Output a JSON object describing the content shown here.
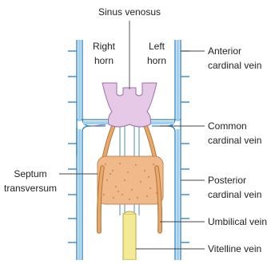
{
  "labels": {
    "sinus_venosus": "Sinus venosus",
    "right_horn_1": "Right",
    "right_horn_2": "horn",
    "left_horn_1": "Left",
    "left_horn_2": "horn",
    "anterior_1": "Anterior",
    "anterior_2": "cardinal vein",
    "common_1": "Common",
    "common_2": "cardinal vein",
    "posterior_1": "Posterior",
    "posterior_2": "cardinal vein",
    "septum_1": "Septum",
    "septum_2": "transversum",
    "umbilical": "Umbilical vein",
    "vitelline": "Vitelline vein"
  },
  "colors": {
    "cardinal_vein": "#6fb6e6",
    "cardinal_vein_edge": "#2d7fbf",
    "sinus_venosus": "#e6c9e6",
    "sinus_edge": "#9b6fa8",
    "umbilical_vein": "#e8a96a",
    "vitelline_vein": "#f3ea95",
    "vitelline_edge": "#b8a64a",
    "septum_transversum": "#f0b98a",
    "septum_dots": "#c8703a",
    "leader_line": "#444444"
  }
}
